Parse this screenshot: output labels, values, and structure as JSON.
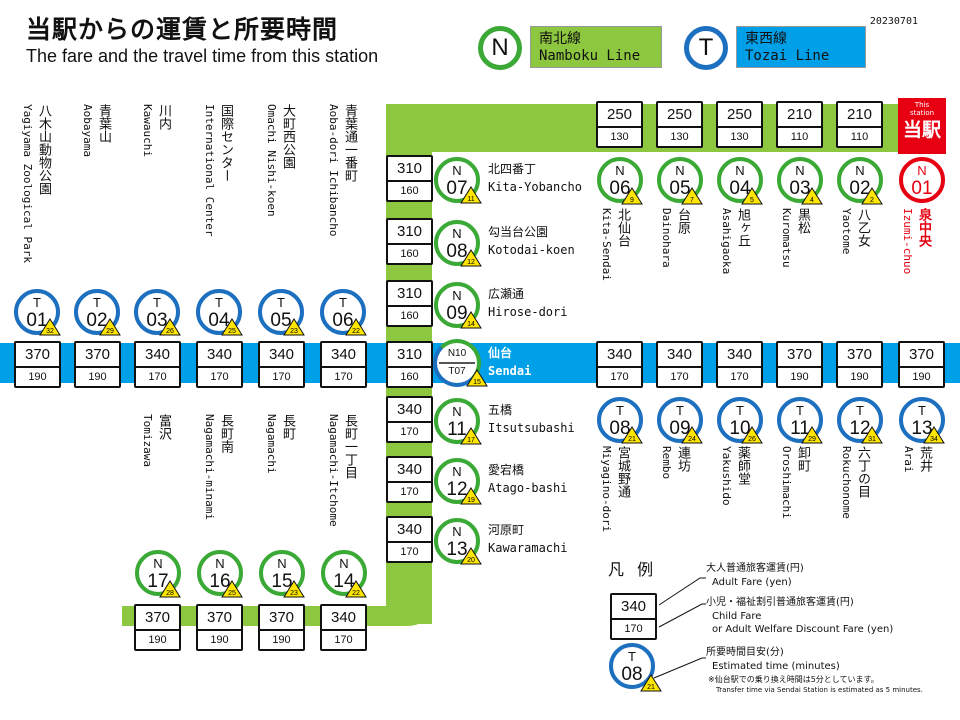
{
  "title_jp": "当駅からの運賃と所要時間",
  "title_en": "The fare and the travel time from this  station",
  "date": "20230701",
  "lines": {
    "namboku": {
      "letter": "N",
      "jp": "南北線",
      "en": "Namboku Line",
      "color": "#3aa935",
      "box_color": "#8dc63f"
    },
    "tozai": {
      "letter": "T",
      "jp": "東西線",
      "en": "Tozai Line",
      "color": "#1d6fc0",
      "box_color": "#00a0e9"
    }
  },
  "this_station": {
    "small": "This station",
    "jp": "当駅"
  },
  "top_row": [
    {
      "line": "N",
      "num": "06",
      "jp": "北仙台",
      "en": "Kita-Sendai",
      "adult": "250",
      "child": "130",
      "time": "9"
    },
    {
      "line": "N",
      "num": "05",
      "jp": "台原",
      "en": "Dainohara",
      "adult": "250",
      "child": "130",
      "time": "7"
    },
    {
      "line": "N",
      "num": "04",
      "jp": "旭ヶ丘",
      "en": "Asahigaoka",
      "adult": "250",
      "child": "130",
      "time": "5"
    },
    {
      "line": "N",
      "num": "03",
      "jp": "黒松",
      "en": "Kuromatsu",
      "adult": "210",
      "child": "110",
      "time": "4"
    },
    {
      "line": "N",
      "num": "02",
      "jp": "八乙女",
      "en": "Yaotome",
      "adult": "210",
      "child": "110",
      "time": "2"
    },
    {
      "line": "N",
      "num": "01",
      "jp": "泉中央",
      "en": "Izumi-chuo",
      "adult": "",
      "child": "",
      "time": "",
      "current": true
    }
  ],
  "middle_col": [
    {
      "line": "N",
      "num": "07",
      "jp": "北四番丁",
      "en": "Kita-Yobancho",
      "adult": "310",
      "child": "160",
      "time": "11"
    },
    {
      "line": "N",
      "num": "08",
      "jp": "勾当台公園",
      "en": "Kotodai-koen",
      "adult": "310",
      "child": "160",
      "time": "12"
    },
    {
      "line": "N",
      "num": "09",
      "jp": "広瀬通",
      "en": "Hirose-dori",
      "adult": "310",
      "child": "160",
      "time": "14"
    },
    {
      "line": "N",
      "num": "11",
      "jp": "五橋",
      "en": "Itsutsubashi",
      "adult": "340",
      "child": "170",
      "time": "17"
    },
    {
      "line": "N",
      "num": "12",
      "jp": "愛宕橋",
      "en": "Atago-bashi",
      "adult": "340",
      "child": "170",
      "time": "19"
    },
    {
      "line": "N",
      "num": "13",
      "jp": "河原町",
      "en": "Kawaramachi",
      "adult": "340",
      "child": "170",
      "time": "20"
    }
  ],
  "sendai": {
    "n": "N10",
    "t": "T07",
    "jp": "仙台",
    "en": "Sendai",
    "adult": "310",
    "child": "160",
    "time": "15"
  },
  "tozai_west": [
    {
      "line": "T",
      "num": "01",
      "jp": "八木山動物公園",
      "en": "Yagiyama Zoological Park",
      "adult": "370",
      "child": "190",
      "time": "32"
    },
    {
      "line": "T",
      "num": "02",
      "jp": "青葉山",
      "en": "Aobayama",
      "adult": "370",
      "child": "190",
      "time": "29"
    },
    {
      "line": "T",
      "num": "03",
      "jp": "川内",
      "en": "Kawauchi",
      "adult": "340",
      "child": "170",
      "time": "26"
    },
    {
      "line": "T",
      "num": "04",
      "jp": "国際センター",
      "en": "International Center",
      "adult": "340",
      "child": "170",
      "time": "25"
    },
    {
      "line": "T",
      "num": "05",
      "jp": "大町西公園",
      "en": "Omachi Nishi-koen",
      "adult": "340",
      "child": "170",
      "time": "23"
    },
    {
      "line": "T",
      "num": "06",
      "jp": "青葉通一番町",
      "en": "Aoba-dori Ichibancho",
      "adult": "340",
      "child": "170",
      "time": "22"
    }
  ],
  "tozai_east": [
    {
      "line": "T",
      "num": "08",
      "jp": "宮城野通",
      "en": "Miyagino-dori",
      "adult": "340",
      "child": "170",
      "time": "21"
    },
    {
      "line": "T",
      "num": "09",
      "jp": "連坊",
      "en": "Rembo",
      "adult": "340",
      "child": "170",
      "time": "24"
    },
    {
      "line": "T",
      "num": "10",
      "jp": "薬師堂",
      "en": "Yakushido",
      "adult": "340",
      "child": "170",
      "time": "26"
    },
    {
      "line": "T",
      "num": "11",
      "jp": "卸町",
      "en": "Oroshimachi",
      "adult": "370",
      "child": "190",
      "time": "29"
    },
    {
      "line": "T",
      "num": "12",
      "jp": "六丁の目",
      "en": "Rokuchonome",
      "adult": "370",
      "child": "190",
      "time": "31"
    },
    {
      "line": "T",
      "num": "13",
      "jp": "荒井",
      "en": "Arai",
      "adult": "370",
      "child": "190",
      "time": "34"
    }
  ],
  "bottom_row": [
    {
      "line": "N",
      "num": "17",
      "jp": "富沢",
      "en": "Tomizawa",
      "adult": "370",
      "child": "190",
      "time": "28"
    },
    {
      "line": "N",
      "num": "16",
      "jp": "長町南",
      "en": "Nagamachi-minami",
      "adult": "370",
      "child": "190",
      "time": "25"
    },
    {
      "line": "N",
      "num": "15",
      "jp": "長町",
      "en": "Nagamachi",
      "adult": "370",
      "child": "190",
      "time": "23"
    },
    {
      "line": "N",
      "num": "14",
      "jp": "長町一丁目",
      "en": "Nagamachi-Itchome",
      "adult": "340",
      "child": "170",
      "time": "22"
    }
  ],
  "legend": {
    "title": "凡 例",
    "adult_jp": "大人普通旅客運賃(円)",
    "adult_en": "Adult Fare (yen)",
    "child_jp": "小児・福祉割引普通旅客運賃(円)",
    "child_en1": "Child Fare",
    "child_en2": "or Adult Welfare Discount Fare (yen)",
    "time_jp": "所要時間目安(分)",
    "time_en": "Estimated time (minutes)",
    "note_jp": "※仙台駅での乗り換え時間は5分としています。",
    "note_en": "Transfer time via Sendai Station is estimated as 5 minutes.",
    "sample_adult": "340",
    "sample_child": "170",
    "sample_line": "T",
    "sample_num": "08",
    "sample_time": "21"
  }
}
